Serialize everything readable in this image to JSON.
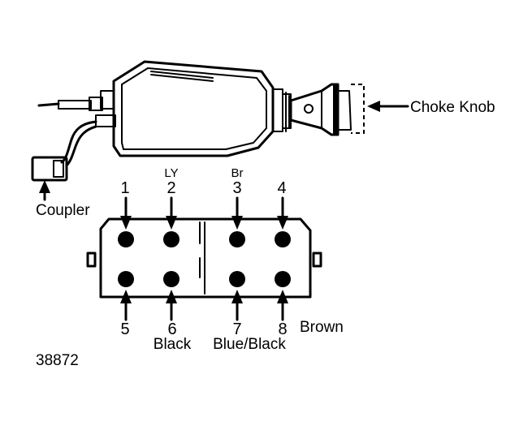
{
  "labels": {
    "choke_knob": "Choke Knob",
    "coupler": "Coupler",
    "figure_number": "38872"
  },
  "connector": {
    "top_terminals": [
      {
        "number": "1",
        "wire": ""
      },
      {
        "number": "2",
        "wire": "LY"
      },
      {
        "number": "3",
        "wire": "Br"
      },
      {
        "number": "4",
        "wire": ""
      }
    ],
    "bottom_terminals": [
      {
        "number": "5",
        "wire": ""
      },
      {
        "number": "6",
        "wire": "Black"
      },
      {
        "number": "7",
        "wire": "Blue/Black"
      },
      {
        "number": "8",
        "wire": "Brown"
      }
    ]
  }
}
